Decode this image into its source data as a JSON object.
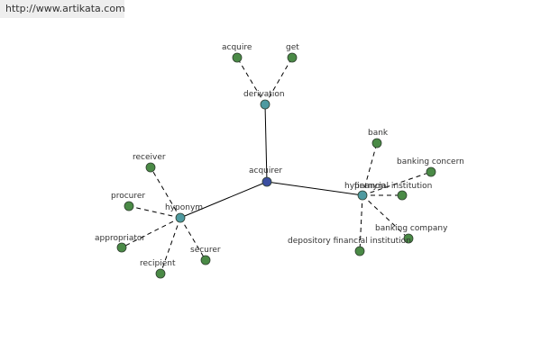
{
  "banner": {
    "url": "http://www.artikata.com"
  },
  "colors": {
    "root": "#3b4ea0",
    "relation": "#4e9aa0",
    "leaf": "#4a8a46"
  },
  "graph": {
    "root": {
      "id": "acquirer",
      "label": "acquirer"
    },
    "relations": [
      {
        "id": "derivation",
        "label": "derivation",
        "children": [
          {
            "id": "acquire",
            "label": "acquire"
          },
          {
            "id": "get",
            "label": "get"
          }
        ]
      },
      {
        "id": "hyponym",
        "label": "hyponym",
        "children": [
          {
            "id": "receiver",
            "label": "receiver"
          },
          {
            "id": "procurer",
            "label": "procurer"
          },
          {
            "id": "appropriator",
            "label": "appropriator"
          },
          {
            "id": "recipient",
            "label": "recipient"
          },
          {
            "id": "securer",
            "label": "securer"
          }
        ]
      },
      {
        "id": "hypernym",
        "label": "hypernym",
        "children": [
          {
            "id": "bank",
            "label": "bank"
          },
          {
            "id": "banking-concern",
            "label": "banking concern"
          },
          {
            "id": "financial-institution",
            "label": "financial institution"
          },
          {
            "id": "banking-company",
            "label": "banking company"
          },
          {
            "id": "depository-financial-institution",
            "label": "depository financial institution"
          }
        ]
      }
    ]
  }
}
